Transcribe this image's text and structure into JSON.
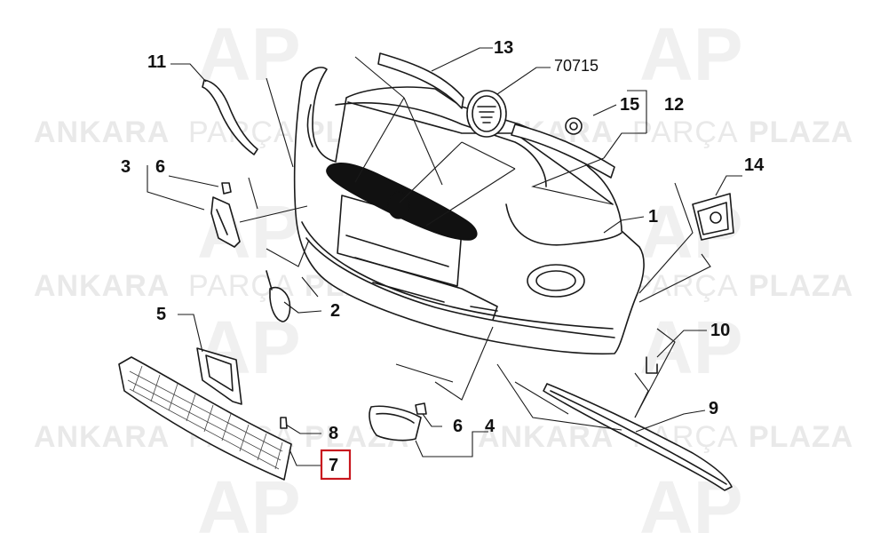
{
  "watermark": {
    "word1": "ANKARA",
    "word2": "PARÇA",
    "word3": "PLAZA",
    "logo": "AP"
  },
  "callouts": [
    {
      "id": "l1",
      "text": "1"
    },
    {
      "id": "l2",
      "text": "2"
    },
    {
      "id": "l3",
      "text": "3"
    },
    {
      "id": "l4",
      "text": "4"
    },
    {
      "id": "l5",
      "text": "5"
    },
    {
      "id": "l6a",
      "text": "6"
    },
    {
      "id": "l6b",
      "text": "6"
    },
    {
      "id": "l7",
      "text": "7"
    },
    {
      "id": "l8",
      "text": "8"
    },
    {
      "id": "l9",
      "text": "9"
    },
    {
      "id": "l10",
      "text": "10"
    },
    {
      "id": "l11",
      "text": "11"
    },
    {
      "id": "l12",
      "text": "12"
    },
    {
      "id": "l13",
      "text": "13"
    },
    {
      "id": "l14",
      "text": "14"
    },
    {
      "id": "l15",
      "text": "15"
    },
    {
      "id": "l70715",
      "text": "70715"
    }
  ],
  "highlighted_callout": "7",
  "colors": {
    "highlight": "#c8171e",
    "line": "#1a1a1a",
    "watermark": "#e9e9e9"
  }
}
